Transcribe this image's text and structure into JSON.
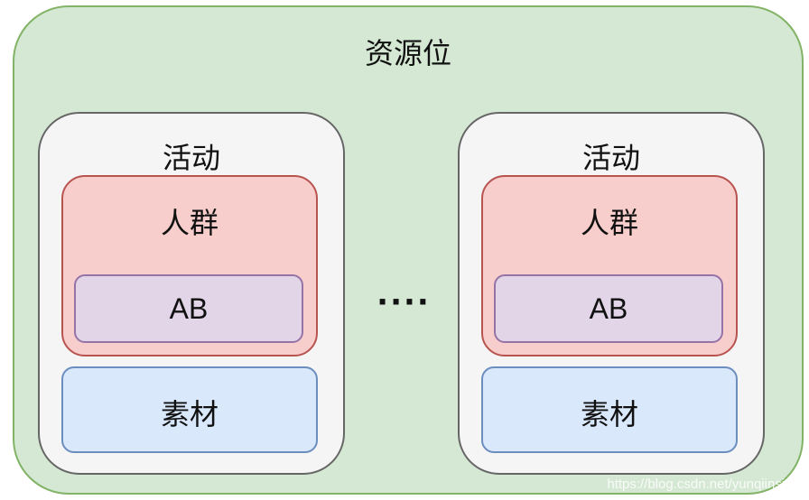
{
  "diagram": {
    "outer": {
      "label": "资源位"
    },
    "activities": [
      {
        "label": "活动",
        "crowd": {
          "label": "人群",
          "ab": "AB"
        },
        "material": "素材"
      },
      {
        "label": "活动",
        "crowd": {
          "label": "人群",
          "ab": "AB"
        },
        "material": "素材"
      }
    ],
    "ellipsis": "····"
  },
  "colors": {
    "outer_fill": "#d5e8d4",
    "outer_border": "#82b366",
    "activity_fill": "#f5f5f5",
    "activity_border": "#666666",
    "crowd_fill": "#f8cecc",
    "crowd_border": "#b85450",
    "ab_fill": "#e1d5e7",
    "ab_border": "#9673a6",
    "material_fill": "#dae8fc",
    "material_border": "#6c8ebf"
  },
  "watermark": "https://blog.csdn.net/yunqiinsight"
}
